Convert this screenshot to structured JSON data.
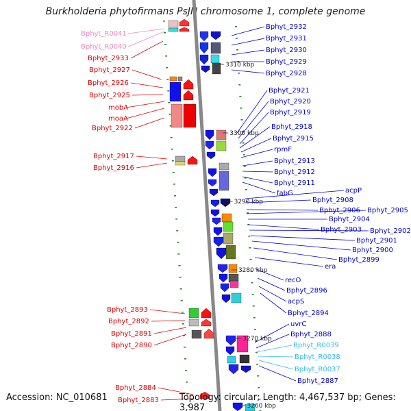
{
  "title": "Burkholderia phytofirmans PsJN chromosome 1, complete genome",
  "footer": {
    "accession": "Accession: NC_010681",
    "summary": "Topology: circular; Length: 4,467,537 bp; Genes: 3,987"
  },
  "colors": {
    "left_label": "#dd0000",
    "right_label": "#0000cc",
    "rna_left": "#ee88bb",
    "rna_right": "#33bbee",
    "backbone": "#888888",
    "tick": "#228822"
  },
  "ruler": [
    "3310 kbp",
    "3300 kbp",
    "3290 kbp",
    "3280 kbp",
    "3270 kbp",
    "3260 kbp"
  ],
  "left_labels": [
    {
      "text": "Bphyt_R0041",
      "type": "rna"
    },
    {
      "text": "Bphyt_R0040",
      "type": "rna"
    },
    {
      "text": "Bphyt_2933",
      "type": "gene"
    },
    {
      "text": "Bphyt_2927",
      "type": "gene"
    },
    {
      "text": "Bphyt_2926",
      "type": "gene"
    },
    {
      "text": "Bphyt_2925",
      "type": "gene"
    },
    {
      "text": "mobA",
      "type": "gene"
    },
    {
      "text": "moaA",
      "type": "gene"
    },
    {
      "text": "Bphyt_2922",
      "type": "gene"
    },
    {
      "text": "Bphyt_2917",
      "type": "gene"
    },
    {
      "text": "Bphyt_2916",
      "type": "gene"
    },
    {
      "text": "Bphyt_2893",
      "type": "gene"
    },
    {
      "text": "Bphyt_2892",
      "type": "gene"
    },
    {
      "text": "Bphyt_2891",
      "type": "gene"
    },
    {
      "text": "Bphyt_2890",
      "type": "gene"
    },
    {
      "text": "Bphyt_2884",
      "type": "gene"
    },
    {
      "text": "Bphyt_2883",
      "type": "gene"
    }
  ],
  "right_labels": [
    {
      "text": "Bphyt_2932",
      "type": "gene"
    },
    {
      "text": "Bphyt_2931",
      "type": "gene"
    },
    {
      "text": "Bphyt_2930",
      "type": "gene"
    },
    {
      "text": "Bphyt_2929",
      "type": "gene"
    },
    {
      "text": "Bphyt_2928",
      "type": "gene"
    },
    {
      "text": "Bphyt_2921",
      "type": "gene"
    },
    {
      "text": "Bphyt_2920",
      "type": "gene"
    },
    {
      "text": "Bphyt_2919",
      "type": "gene"
    },
    {
      "text": "Bphyt_2918",
      "type": "gene"
    },
    {
      "text": "Bphyt_2915",
      "type": "gene"
    },
    {
      "text": "rpmF",
      "type": "gene"
    },
    {
      "text": "Bphyt_2913",
      "type": "gene"
    },
    {
      "text": "Bphyt_2912",
      "type": "gene"
    },
    {
      "text": "Bphyt_2911",
      "type": "gene"
    },
    {
      "text": "fabG",
      "type": "gene"
    },
    {
      "text": "acpP",
      "type": "gene"
    },
    {
      "text": "Bphyt_2908",
      "type": "gene"
    },
    {
      "text": "Bphyt_2906",
      "type": "gene"
    },
    {
      "text": "Bphyt_2905",
      "type": "gene"
    },
    {
      "text": "Bphyt_2904",
      "type": "gene"
    },
    {
      "text": "Bphyt_2903",
      "type": "gene"
    },
    {
      "text": "Bphyt_2902",
      "type": "gene"
    },
    {
      "text": "Bphyt_2901",
      "type": "gene"
    },
    {
      "text": "Bphyt_2900",
      "type": "gene"
    },
    {
      "text": "Bphyt_2899",
      "type": "gene"
    },
    {
      "text": "era",
      "type": "gene"
    },
    {
      "text": "recO",
      "type": "gene"
    },
    {
      "text": "Bphyt_2896",
      "type": "gene"
    },
    {
      "text": "acpS",
      "type": "gene"
    },
    {
      "text": "Bphyt_2894",
      "type": "gene"
    },
    {
      "text": "uvrC",
      "type": "gene"
    },
    {
      "text": "Bphyt_2888",
      "type": "gene"
    },
    {
      "text": "Bphyt_R0039",
      "type": "rna"
    },
    {
      "text": "Bphyt_R0038",
      "type": "rna"
    },
    {
      "text": "Bphyt_R0037",
      "type": "rna"
    },
    {
      "text": "Bphyt_2887",
      "type": "gene"
    }
  ]
}
